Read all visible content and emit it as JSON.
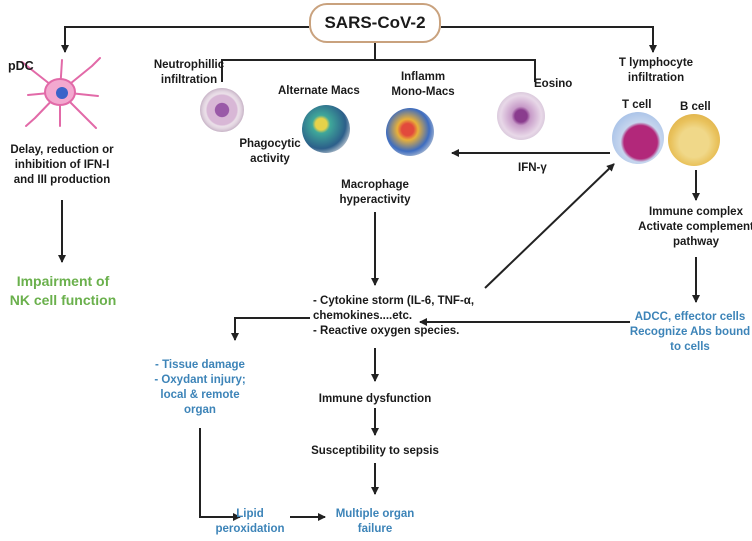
{
  "root": "SARS-CoV-2",
  "left_branch": {
    "title": "pDC",
    "effect": "Delay, reduction or\ninhibition of IFN-I\nand III production",
    "outcome": "Impairment of\nNK cell function"
  },
  "infiltration": {
    "neutrophil": "Neutrophillic\ninfiltration",
    "alt_macs": "Alternate Macs",
    "inflamm": "Inflamm\nMono-Macs",
    "eosino": "Eosino",
    "phagocytic": "Phagocytic\nactivity",
    "macrophage": "Macrophage\nhyperactivity"
  },
  "right_branch": {
    "title": "T lymphocyte\ninfiltration",
    "t_cell": "T cell",
    "b_cell": "B cell",
    "ifn": "IFN-γ",
    "immune_complex": "Immune complex\nActivate complement\npathway",
    "adcc": "ADCC, effector cells\nRecognize Abs bound\nto cells"
  },
  "center": {
    "storm": "- Cytokine storm (IL-6, TNF-α,\nchemokines....etc.\n- Reactive oxygen species.",
    "dysfunction": "Immune dysfunction",
    "sepsis": "Susceptibility to sepsis",
    "organ_failure": "Multiple organ\nfailure"
  },
  "damage": {
    "tissue": "- Tissue damage\n- Oxydant injury;\nlocal & remote\norgan",
    "lipid": "Lipid\nperoxidation"
  },
  "colors": {
    "line": "#222222",
    "box_border": "#c9a27e",
    "blue_text": "#3d84b8",
    "green_text": "#6ab04c"
  }
}
